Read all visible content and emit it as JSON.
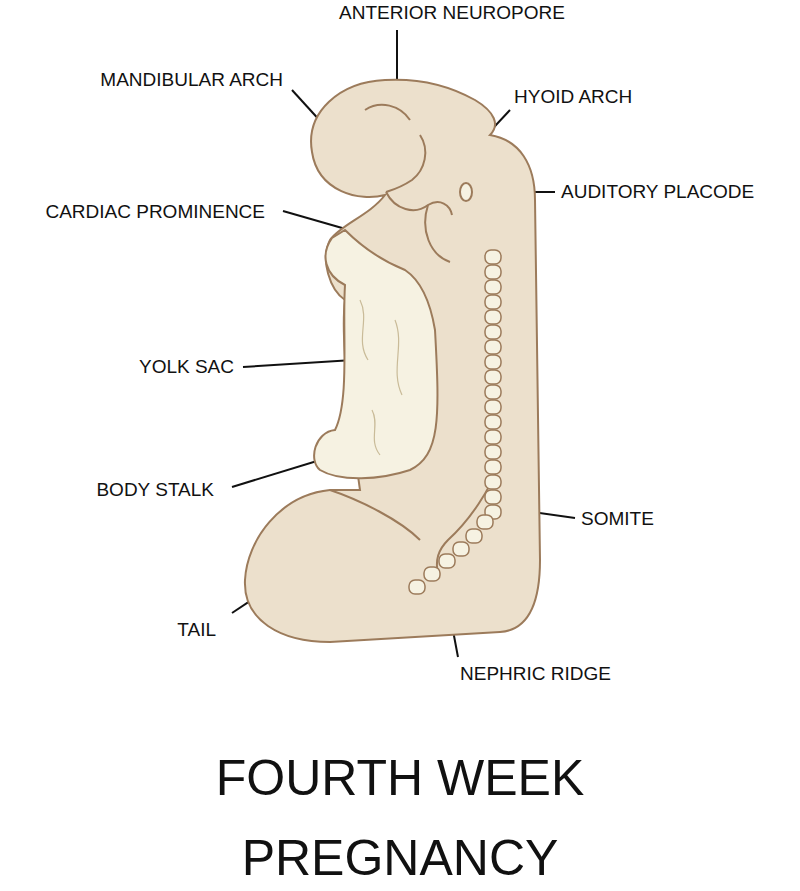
{
  "diagram": {
    "caption": "FOURTH WEEK PREGNANCY",
    "labels": [
      "ANTERIOR NEUROPORE",
      "MANDIBULAR ARCH",
      "HYOID ARCH",
      "AUDITORY PLACODE",
      "CARDIAC PROMINENCE",
      "YOLK SAC",
      "BODY STALK",
      "SOMITE",
      "TAIL",
      "NEPHRIC RIDGE"
    ]
  }
}
